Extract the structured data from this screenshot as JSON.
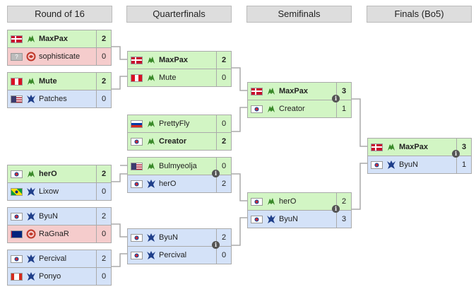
{
  "rounds": [
    "Round of 16",
    "Quarterfinals",
    "Semifinals",
    "Finals (Bo5)"
  ],
  "matches": {
    "r16_1": [
      {
        "name": "MaxPax",
        "score": "2",
        "flag": "denmark",
        "race": "protoss-icon",
        "state": "win"
      },
      {
        "name": "sophisticate",
        "score": "0",
        "flag": "unknown",
        "race": "zerg-icon",
        "state": "zerg"
      }
    ],
    "r16_2": [
      {
        "name": "Mute",
        "score": "2",
        "flag": "peru",
        "race": "protoss-icon",
        "state": "win"
      },
      {
        "name": "Patches",
        "score": "0",
        "flag": "usa",
        "race": "terran-icon",
        "state": "terran"
      }
    ],
    "r16_3": [
      {
        "name": "herO",
        "score": "2",
        "flag": "korea",
        "race": "protoss-icon",
        "state": "win"
      },
      {
        "name": "Lixow",
        "score": "0",
        "flag": "brazil",
        "race": "terran-icon",
        "state": "terran"
      }
    ],
    "r16_4": [
      {
        "name": "ByuN",
        "score": "2",
        "flag": "korea",
        "race": "terran-icon",
        "state": "terran"
      },
      {
        "name": "RaGnaR",
        "score": "0",
        "flag": "australia",
        "race": "zerg-icon",
        "state": "zerg"
      }
    ],
    "r16_5": [
      {
        "name": "Percival",
        "score": "2",
        "flag": "korea",
        "race": "terran-icon",
        "state": "terran"
      },
      {
        "name": "Ponyo",
        "score": "0",
        "flag": "canada",
        "race": "terran-icon",
        "state": "terran"
      }
    ],
    "qf_1": [
      {
        "name": "MaxPax",
        "score": "2",
        "flag": "denmark",
        "race": "protoss-icon",
        "state": "win"
      },
      {
        "name": "Mute",
        "score": "0",
        "flag": "peru",
        "race": "protoss-icon",
        "state": "win-loser"
      }
    ],
    "qf_2": [
      {
        "name": "PrettyFly",
        "score": "0",
        "flag": "russia",
        "race": "protoss-icon",
        "state": "win-loser"
      },
      {
        "name": "Creator",
        "score": "2",
        "flag": "korea",
        "race": "protoss-icon",
        "state": "win"
      }
    ],
    "qf_3": [
      {
        "name": "Bulmyeolja",
        "score": "0",
        "flag": "usa",
        "race": "protoss-icon",
        "state": "win-loser"
      },
      {
        "name": "herO",
        "score": "2",
        "flag": "korea",
        "race": "terran-icon",
        "state": "terran"
      }
    ],
    "qf_4": [
      {
        "name": "ByuN",
        "score": "2",
        "flag": "korea",
        "race": "terran-icon",
        "state": "terran"
      },
      {
        "name": "Percival",
        "score": "0",
        "flag": "korea",
        "race": "terran-icon",
        "state": "terran-loser"
      }
    ],
    "sf_1": [
      {
        "name": "MaxPax",
        "score": "3",
        "flag": "denmark",
        "race": "protoss-icon",
        "state": "win"
      },
      {
        "name": "Creator",
        "score": "1",
        "flag": "korea",
        "race": "protoss-icon",
        "state": "win-loser"
      }
    ],
    "sf_2": [
      {
        "name": "herO",
        "score": "2",
        "flag": "korea",
        "race": "protoss-icon",
        "state": "win-loser"
      },
      {
        "name": "ByuN",
        "score": "3",
        "flag": "korea",
        "race": "terran-icon",
        "state": "terran"
      }
    ],
    "final": [
      {
        "name": "MaxPax",
        "score": "3",
        "flag": "denmark",
        "race": "protoss-icon",
        "state": "win"
      },
      {
        "name": "ByuN",
        "score": "1",
        "flag": "korea",
        "race": "terran-icon",
        "state": "terran-loser"
      }
    ]
  },
  "colors": {
    "win": "#d2f5c4",
    "zerg": "#f5cccc",
    "terran": "#d4e2f8",
    "header": "#dddddd",
    "line": "#aaaaaa"
  },
  "info_icon": "info-icon"
}
